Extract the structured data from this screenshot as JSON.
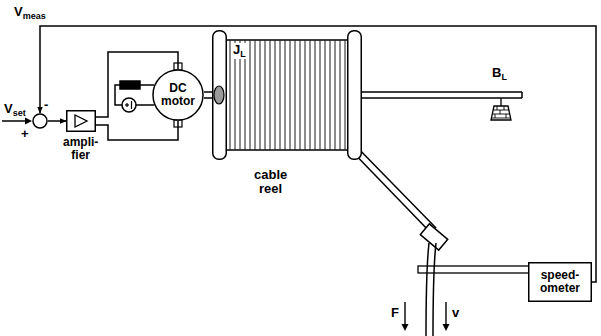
{
  "diagram": {
    "nodes": [
      {
        "text": [
          "-",
          "+"
        ]
      },
      {
        "text": [
          "ampli- fier"
        ]
      },
      {
        "text": [
          "DC motor"
        ]
      },
      {
        "text": [
          "JL",
          "cable reel"
        ]
      },
      {
        "text": [
          "speed- ometer"
        ]
      }
    ],
    "edges": [
      {
        "from": 0,
        "to": 1,
        "arrow": "to"
      },
      {
        "from": 1,
        "to": 2,
        "arrow": "none"
      },
      {
        "from": 2,
        "to": 3,
        "arrow": "none"
      },
      {
        "from": 4,
        "to": 0,
        "arrow": "to"
      }
    ],
    "labels": [
      "Vmeas",
      "Vset",
      "BL",
      "F",
      "v"
    ]
  }
}
